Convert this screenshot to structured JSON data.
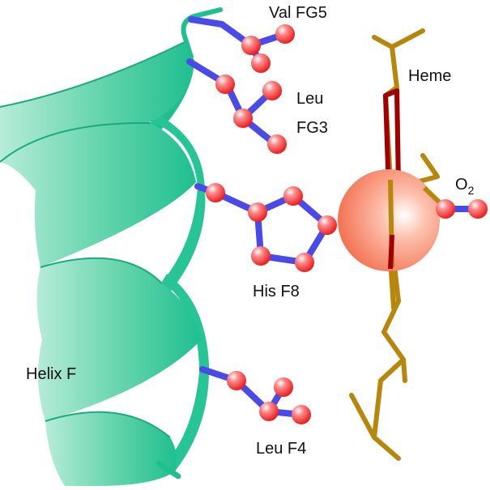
{
  "labels": {
    "val_fg5": "Val FG5",
    "heme": "Heme",
    "leu_fg3_line1": "Leu",
    "leu_fg3_line2": "FG3",
    "o2_main": "O",
    "o2_sub": "2",
    "his_f8": "His F8",
    "helix_f": "Helix F",
    "leu_f4": "Leu F4"
  },
  "colors": {
    "helix": "#1fbf8f",
    "helix_light": "#a8e6d0",
    "bond": "#4a4ae8",
    "atom": "#ff4040",
    "iron": "#f26a50",
    "heme_stick": "#b8860b",
    "heme_dark": "#a00000"
  }
}
